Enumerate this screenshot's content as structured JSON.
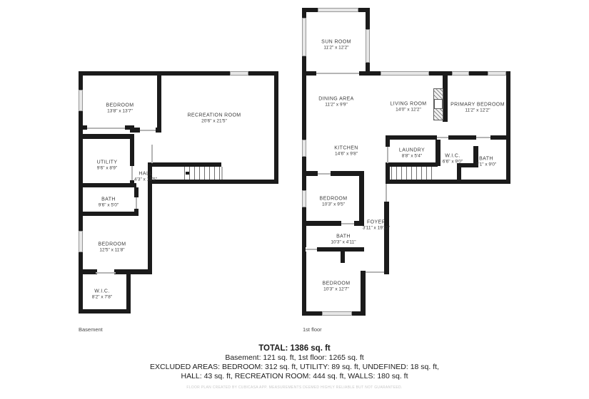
{
  "colors": {
    "wall": "#1b1b1b",
    "window_fill": "#e7e7e7",
    "window_border": "#979797",
    "label_text": "#3a3a3a"
  },
  "floors": [
    {
      "label": "Basement",
      "rooms": [
        {
          "name": "BEDROOM",
          "dims": "13'8\" x 13'7\""
        },
        {
          "name": "RECREATION ROOM",
          "dims": "20'6\" x 21'5\""
        },
        {
          "name": "UTILITY",
          "dims": "9'6\" x 8'9\""
        },
        {
          "name": "HALL",
          "dims": "4'3\" x 13'5\""
        },
        {
          "name": "BATH",
          "dims": "9'6\" x 5'0\""
        },
        {
          "name": "BEDROOM",
          "dims": "12'5\" x 11'8\""
        },
        {
          "name": "W.I.C.",
          "dims": "8'2\" x 7'8\""
        }
      ]
    },
    {
      "label": "1st floor",
      "rooms": [
        {
          "name": "SUN ROOM",
          "dims": "11'2\" x 12'2\""
        },
        {
          "name": "DINING AREA",
          "dims": "11'2\" x 9'9\""
        },
        {
          "name": "LIVING ROOM",
          "dims": "14'0\" x 12'2\""
        },
        {
          "name": "PRIMARY BEDROOM",
          "dims": "11'2\" x 12'2\""
        },
        {
          "name": "KITCHEN",
          "dims": "14'6\" x 9'8\""
        },
        {
          "name": "LAUNDRY",
          "dims": "8'8\" x 5'4\""
        },
        {
          "name": "W.I.C.",
          "dims": "6'6\" x 9'0\""
        },
        {
          "name": "BATH",
          "dims": "7'1\" x 9'0\""
        },
        {
          "name": "BEDROOM",
          "dims": "10'3\" x 9'5\""
        },
        {
          "name": "FOYER",
          "dims": "3'11\" x 19'11\""
        },
        {
          "name": "BATH",
          "dims": "10'3\" x 4'11\""
        },
        {
          "name": "BEDROOM",
          "dims": "10'3\" x 12'7\""
        }
      ]
    }
  ],
  "summary": {
    "total": "TOTAL: 1386 sq. ft",
    "line2": "Basement: 121 sq. ft, 1st floor: 1265 sq. ft",
    "line3": "EXCLUDED AREAS: BEDROOM: 312 sq. ft, UTILITY: 89 sq. ft, UNDEFINED: 18 sq. ft,",
    "line4": "HALL: 43 sq. ft, RECREATION ROOM: 444 sq. ft, WALLS: 180 sq. ft",
    "disclaimer": "FLOOR PLAN CREATED BY CUBICASA APP. MEASUREMENTS DEEMED HIGHLY RELIABLE BUT NOT GUARANTEED."
  }
}
